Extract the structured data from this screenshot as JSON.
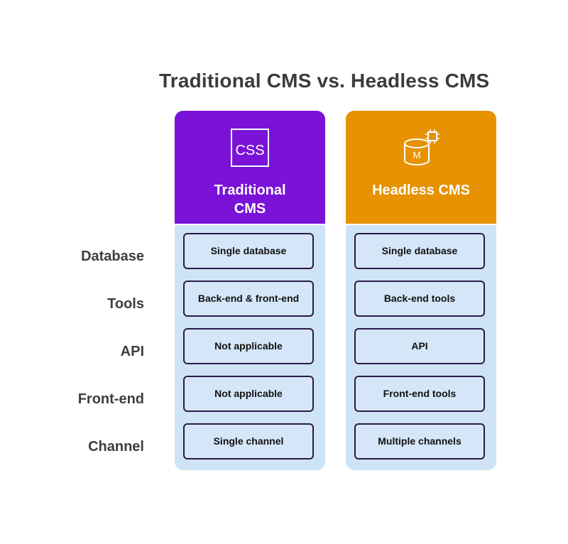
{
  "title": "Traditional CMS vs. Headless CMS",
  "row_labels": [
    "Database",
    "Tools",
    "API",
    "Front-end",
    "Channel"
  ],
  "columns": [
    {
      "title_line1": "Traditional",
      "title_line2": "CMS",
      "icon_text": "CSS",
      "icon": "css-box-icon",
      "color": "#7a12d8",
      "cells": [
        "Single database",
        "Back-end & front-end",
        "Not applicable",
        "Not applicable",
        "Single channel"
      ]
    },
    {
      "title_line1": "Headless CMS",
      "icon_text": "M",
      "icon": "database-chip-icon",
      "color": "#e69203",
      "cells": [
        "Single database",
        "Back-end tools",
        "API",
        "Front-end tools",
        "Multiple channels"
      ]
    }
  ],
  "colors": {
    "body_fill": "#cfe3f7",
    "cell_border": "#2a1a4a",
    "title": "#3b3b3b"
  }
}
